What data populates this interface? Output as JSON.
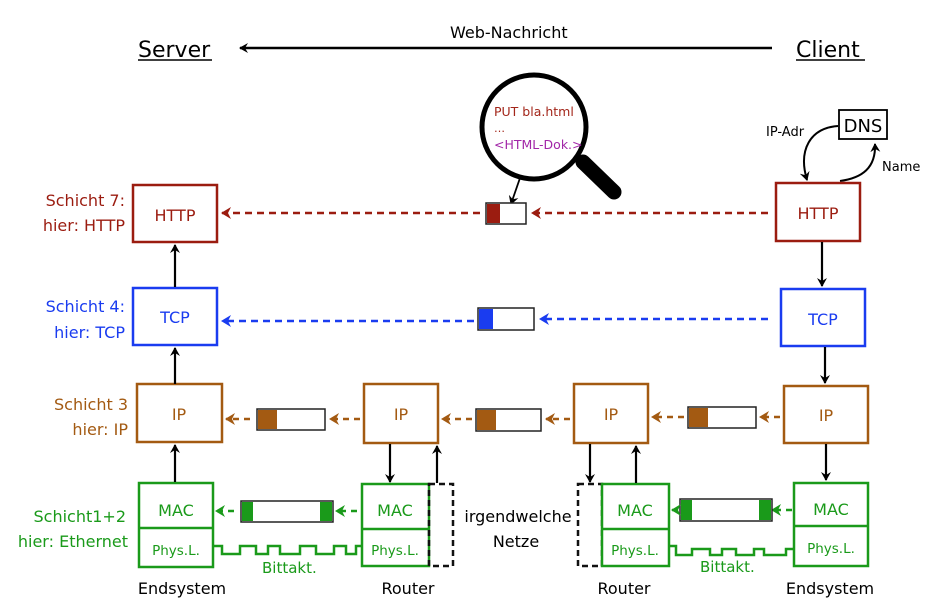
{
  "colors": {
    "http": "#9b1c10",
    "tcp": "#1a3cf0",
    "ip": "#a35a12",
    "eth": "#1a9a1a",
    "lens_put": "#a3261a",
    "lens_html": "#a226a8",
    "black": "#000000"
  },
  "header": {
    "server": "Server",
    "client": "Client",
    "message": "Web-Nachricht"
  },
  "dns": {
    "box": "DNS",
    "ip_addr": "IP-Adr",
    "name": "Name"
  },
  "magnifier": {
    "line1": "PUT bla.html",
    "line2": "…",
    "line3": "<HTML-Dok.>"
  },
  "layers": {
    "l7": {
      "title": "Schicht 7:",
      "sub": "hier: HTTP",
      "box": "HTTP"
    },
    "l4": {
      "title": "Schicht 4:",
      "sub": "hier: TCP",
      "box": "TCP"
    },
    "l3": {
      "title": "Schicht 3",
      "sub": "hier: IP",
      "box": "IP"
    },
    "l12": {
      "title": "Schicht1+2",
      "sub": "hier: Ethernet",
      "mac": "MAC",
      "phys": "Phys.L."
    }
  },
  "nodes": {
    "left_end": "Endsystem",
    "router1": "Router",
    "router2": "Router",
    "right_end": "Endsystem"
  },
  "networks": {
    "line1": "irgendwelche",
    "line2": "Netze"
  },
  "bitclock": {
    "left": "Bittakt.",
    "right": "Bittakt."
  }
}
